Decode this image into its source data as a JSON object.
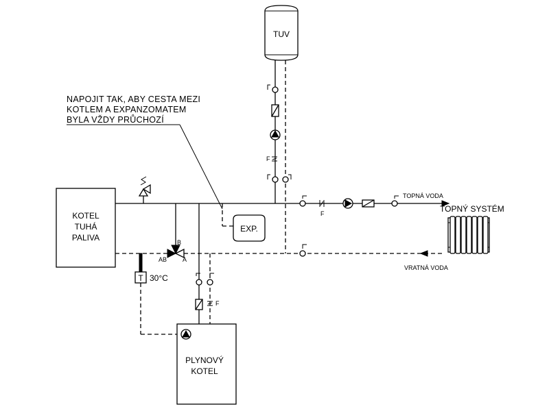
{
  "components": {
    "solid_boiler": [
      "KOTEL",
      "TUHÁ",
      "PALIVA"
    ],
    "gas_boiler": [
      "PLYNOVÝ",
      "KOTEL"
    ],
    "water_heater": "TUV",
    "expansion_tank": "EXP.",
    "thermostat_symbol": "T",
    "thermostat_setpoint": "30°C"
  },
  "annotation": {
    "lines": [
      "NAPOJIT TAK, ABY CESTA MEZI",
      "KOTLEM A EXPANZOMATEM",
      "BYLA VŽDY PRŮCHOZÍ"
    ]
  },
  "flow_labels": {
    "supply": "TOPNÁ VODA",
    "return": "VRATNÁ VODA",
    "heating_system": "TOPNÝ SYSTÉM"
  },
  "valve_ports": {
    "a": "A",
    "b": "B",
    "ab": "AB"
  },
  "filter_label": "F"
}
